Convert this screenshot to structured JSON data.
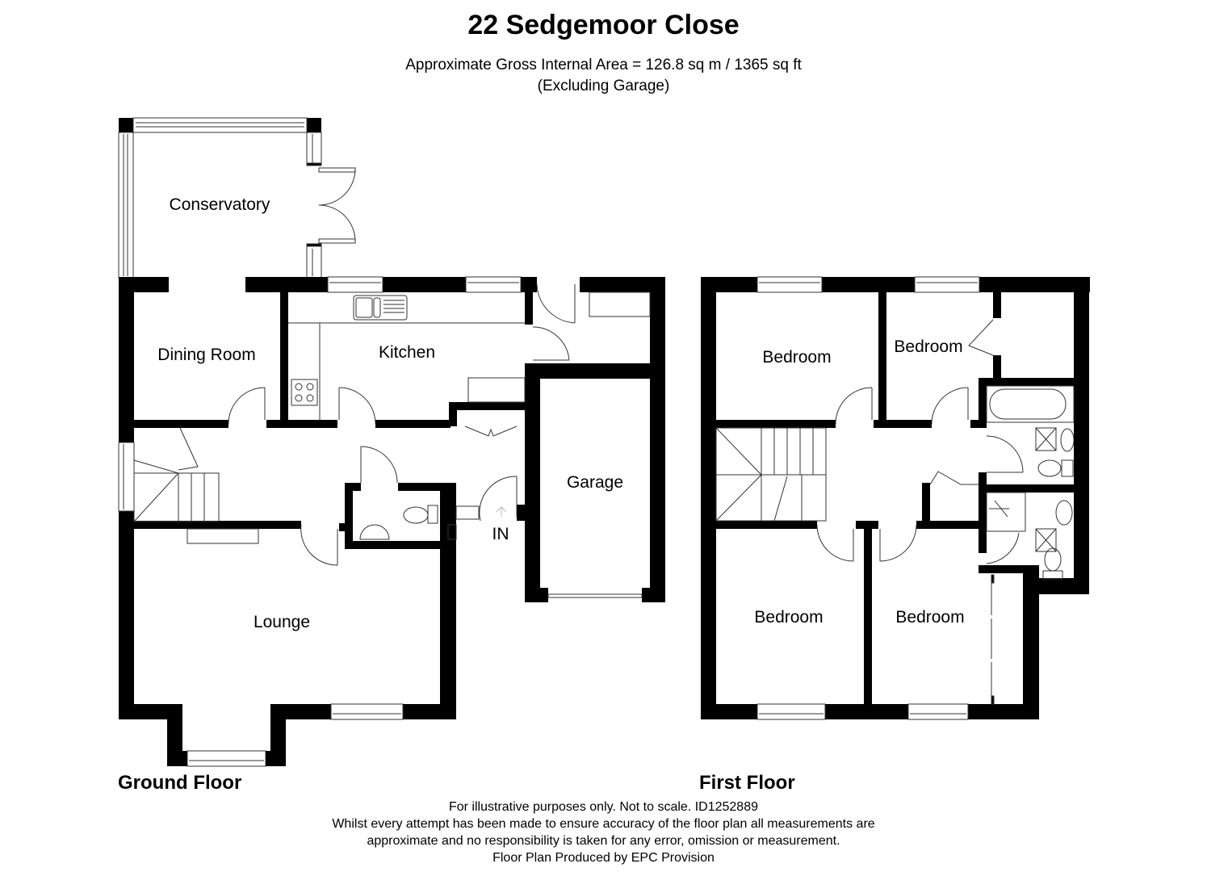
{
  "header": {
    "title": "22 Sedgemoor Close",
    "area_line": "Approximate Gross Internal Area = 126.8 sq m / 1365 sq ft",
    "area_note": "(Excluding Garage)"
  },
  "ground_floor": {
    "label": "Ground Floor",
    "rooms": {
      "conservatory": "Conservatory",
      "dining_room": "Dining Room",
      "kitchen": "Kitchen",
      "garage": "Garage",
      "lounge": "Lounge",
      "entrance": "IN"
    }
  },
  "first_floor": {
    "label": "First Floor",
    "rooms": {
      "bedroom_1": "Bedroom",
      "bedroom_2": "Bedroom",
      "bedroom_3": "Bedroom",
      "bedroom_4": "Bedroom"
    }
  },
  "footer": {
    "line1": "For illustrative purposes only. Not to scale. ID1252889",
    "line2": "Whilst every attempt has been made to ensure accuracy of the floor plan all measurements are",
    "line3": "approximate and no responsibility is taken for any error, omission or measurement.",
    "line4": "Floor Plan Produced by EPC Provision"
  },
  "colors": {
    "wall": "#000000",
    "background": "#ffffff",
    "line": "#333333"
  }
}
